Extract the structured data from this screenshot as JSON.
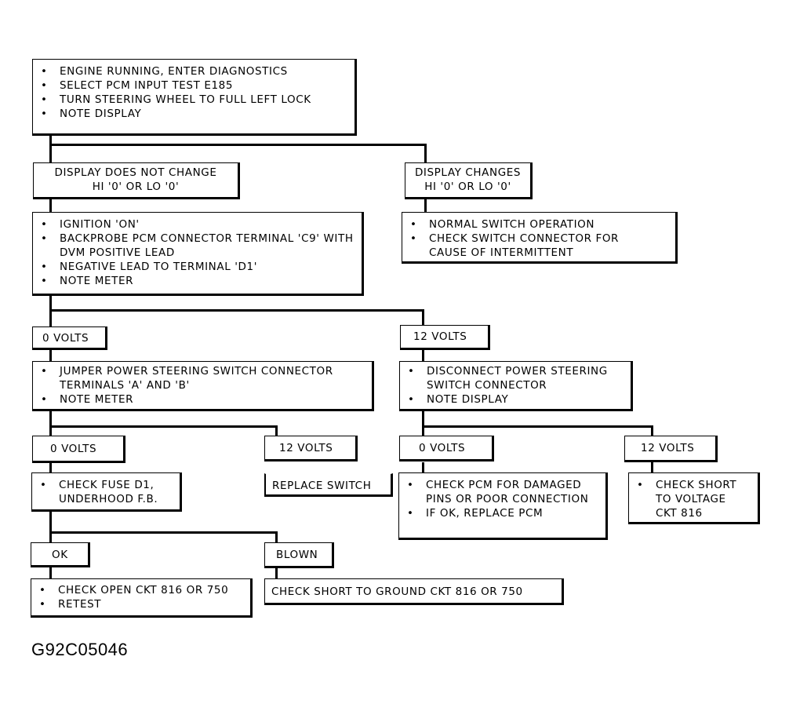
{
  "start": [
    "ENGINE RUNNING, ENTER DIAGNOSTICS",
    "SELECT PCM INPUT TEST E185",
    "TURN STEERING WHEEL TO FULL LEFT LOCK",
    "NOTE DISPLAY"
  ],
  "no_change": {
    "line1": "DISPLAY DOES NOT CHANGE",
    "line2": "HI '0' OR LO '0'"
  },
  "changes": {
    "line1": "DISPLAY CHANGES",
    "line2": "HI '0' OR LO '0'"
  },
  "normal": [
    "NORMAL SWITCH OPERATION",
    "CHECK SWITCH CONNECTOR FOR CAUSE OF INTERMITTENT"
  ],
  "ignition": [
    "IGNITION 'ON'",
    "BACKPROBE PCM CONNECTOR TERMINAL 'C9' WITH DVM POSITIVE LEAD",
    "NEGATIVE LEAD TO TERMINAL 'D1'",
    "NOTE METER"
  ],
  "v0_a": "0 VOLTS",
  "v12_a": "12  VOLTS",
  "jumper": [
    "JUMPER POWER STEERING SWITCH CONNECTOR TERMINALS 'A' AND 'B'",
    "NOTE METER"
  ],
  "disconnect": [
    "DISCONNECT POWER STEERING SWITCH CONNECTOR",
    "NOTE DISPLAY"
  ],
  "v0_b": "0 VOLTS",
  "v12_b": "12 VOLTS",
  "v0_c": "0 VOLTS",
  "v12_c": "12 VOLTS",
  "fuse": [
    "CHECK FUSE D1, UNDERHOOD F.B."
  ],
  "replace_switch": "REPLACE SWITCH",
  "pcm": [
    "CHECK PCM FOR DAMAGED PINS OR POOR CONNECTION",
    "IF OK,  REPLACE PCM"
  ],
  "short_voltage": [
    "CHECK SHORT TO VOLTAGE CKT 816"
  ],
  "ok": "OK",
  "blown": "BLOWN",
  "open_ckt": [
    "CHECK OPEN CKT 816 OR 750",
    "RETEST"
  ],
  "short_ground": "CHECK SHORT TO GROUND CKT 816 OR 750",
  "figure_id": "G92C05046"
}
